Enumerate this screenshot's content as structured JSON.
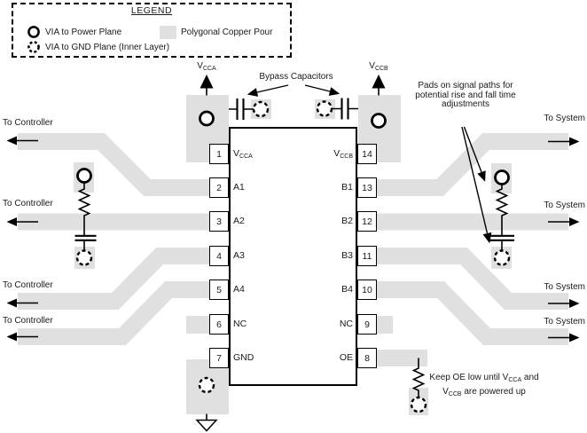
{
  "colors": {
    "copper_pour": "#e0e0e0"
  },
  "legend": {
    "title": "LEGEND",
    "items": [
      {
        "icon": "power-via-icon",
        "label": "VIA to Power Plane"
      },
      {
        "icon": "copper-pour-swatch",
        "label": "Polygonal Copper Pour"
      },
      {
        "icon": "gnd-via-icon",
        "label": "VIA to GND Plane (Inner Layer)"
      }
    ]
  },
  "supplies": {
    "vcca": {
      "pre": "V",
      "sub": "CCA"
    },
    "vccb": {
      "pre": "V",
      "sub": "CCB"
    }
  },
  "notes": {
    "bypass": "Bypass Capacitors",
    "pads": {
      "l1": "Pads on signal paths for",
      "l2": "potential rise and fall time",
      "l3": "adjustments"
    },
    "oe": {
      "l1a": "Keep OE low until V",
      "l1s": "CCA",
      "l1b": " and",
      "l2a": "V",
      "l2s": "CCB",
      "l2b": " are powered up"
    }
  },
  "flow": {
    "to_controller": "To Controller",
    "to_system": "To System"
  },
  "ic": {
    "left_pins": [
      {
        "num": "1",
        "pre": "V",
        "sub": "CCA"
      },
      {
        "num": "2",
        "pre": "A1"
      },
      {
        "num": "3",
        "pre": "A2"
      },
      {
        "num": "4",
        "pre": "A3"
      },
      {
        "num": "5",
        "pre": "A4"
      },
      {
        "num": "6",
        "pre": "NC"
      },
      {
        "num": "7",
        "pre": "GND"
      }
    ],
    "right_pins": [
      {
        "num": "14",
        "pre": "V",
        "sub": "CCB"
      },
      {
        "num": "13",
        "pre": "B1"
      },
      {
        "num": "12",
        "pre": "B2"
      },
      {
        "num": "11",
        "pre": "B3"
      },
      {
        "num": "10",
        "pre": "B4"
      },
      {
        "num": "9",
        "pre": "NC"
      },
      {
        "num": "8",
        "pre": "OE"
      }
    ]
  }
}
